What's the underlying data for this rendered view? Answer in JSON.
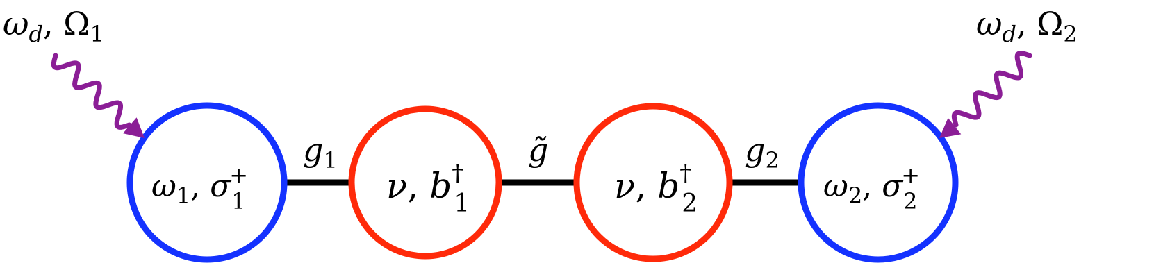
{
  "colors": {
    "emitter": "#1432ff",
    "mechanical": "#ff2a0a",
    "drive": "#8b1e96",
    "coupling": "#000000"
  },
  "nodes": [
    {
      "symbol": "ω",
      "sub": "1",
      "sep": ", ",
      "op": "σ",
      "opsup": "+",
      "opsub": "1"
    },
    {
      "symbol": "ν",
      "sub": "",
      "sep": ", ",
      "op": "b",
      "opsup": "†",
      "opsub": "1"
    },
    {
      "symbol": "ν",
      "sub": "",
      "sep": ", ",
      "op": "b",
      "opsup": "†",
      "opsub": "2"
    },
    {
      "symbol": "ω",
      "sub": "2",
      "sep": ", ",
      "op": "σ",
      "opsup": "+",
      "opsub": "2"
    }
  ],
  "couplings": [
    {
      "symbol": "g",
      "sub": "1"
    },
    {
      "symbol": "g̃",
      "sub": ""
    },
    {
      "symbol": "g",
      "sub": "2"
    }
  ],
  "drives": [
    {
      "freq": "ω",
      "freqsub": "d",
      "sep": ", ",
      "amp": "Ω",
      "ampsub": "1"
    },
    {
      "freq": "ω",
      "freqsub": "d",
      "sep": ", ",
      "amp": "Ω",
      "ampsub": "2"
    }
  ]
}
